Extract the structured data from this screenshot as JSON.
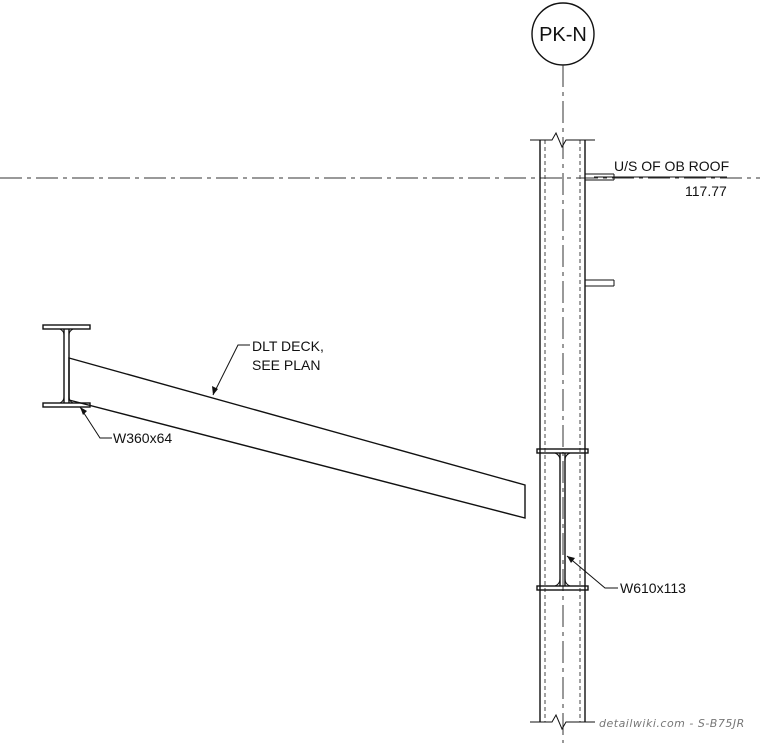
{
  "grid": {
    "label": "PK-N"
  },
  "roof": {
    "label": "U/S OF OB ROOF",
    "elevation": "117.77"
  },
  "deck": {
    "line1": "DLT DECK,",
    "line2": "SEE PLAN"
  },
  "beam_left": {
    "label": "W360x64"
  },
  "beam_right": {
    "label": "W610x113"
  },
  "watermark": "detailwiki.com - S-B75JR"
}
